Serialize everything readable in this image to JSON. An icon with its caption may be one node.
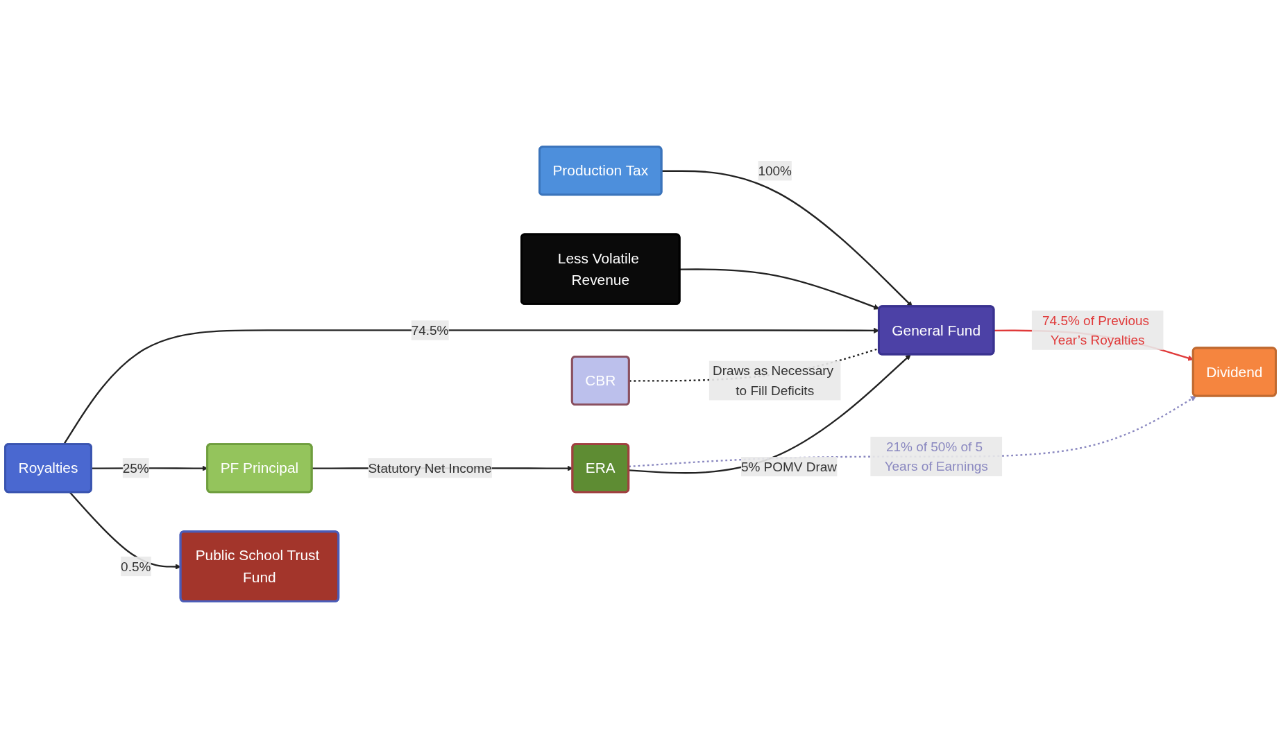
{
  "diagram": {
    "nodes": [
      {
        "text": [
          "Royalties"
        ]
      },
      {
        "text": [
          "Production Tax"
        ]
      },
      {
        "text": [
          "Less Volatile Revenue"
        ]
      },
      {
        "text": [
          "Public School Trust Fund"
        ]
      },
      {
        "text": [
          "PF Principal"
        ]
      },
      {
        "text": [
          "ERA"
        ]
      },
      {
        "text": [
          "General Fund"
        ]
      },
      {
        "text": [
          "Dividend"
        ]
      },
      {
        "text": [
          "CBR"
        ]
      }
    ],
    "edges": [
      {
        "from": 0,
        "to": 3,
        "arrow": "to",
        "label": "0.5%"
      },
      {
        "from": 0,
        "to": 4,
        "arrow": "to",
        "label": "25%"
      },
      {
        "from": 0,
        "to": 6,
        "arrow": "to",
        "label": "74.5%"
      },
      {
        "from": 1,
        "to": 6,
        "arrow": "to",
        "label": "100%"
      },
      {
        "from": 2,
        "to": 6,
        "arrow": "to"
      },
      {
        "from": 4,
        "to": 5,
        "arrow": "to",
        "label": "Statutory Net Income"
      },
      {
        "from": 5,
        "to": 6,
        "arrow": "to",
        "label": "5% POMV Draw"
      },
      {
        "from": 5,
        "to": 7,
        "arrow": "to",
        "label": "21% of 50% of 5 Years of Earnings",
        "style": "dashed",
        "color": "#8a88c0"
      },
      {
        "from": 6,
        "to": 7,
        "arrow": "to",
        "label": "74.5% of Previous Year’s Royalties",
        "color": "#e03a3a"
      },
      {
        "from": 8,
        "to": 6,
        "arrow": "none",
        "label": "Draws as Necessary to Fill Deficits",
        "style": "dashed"
      }
    ]
  }
}
